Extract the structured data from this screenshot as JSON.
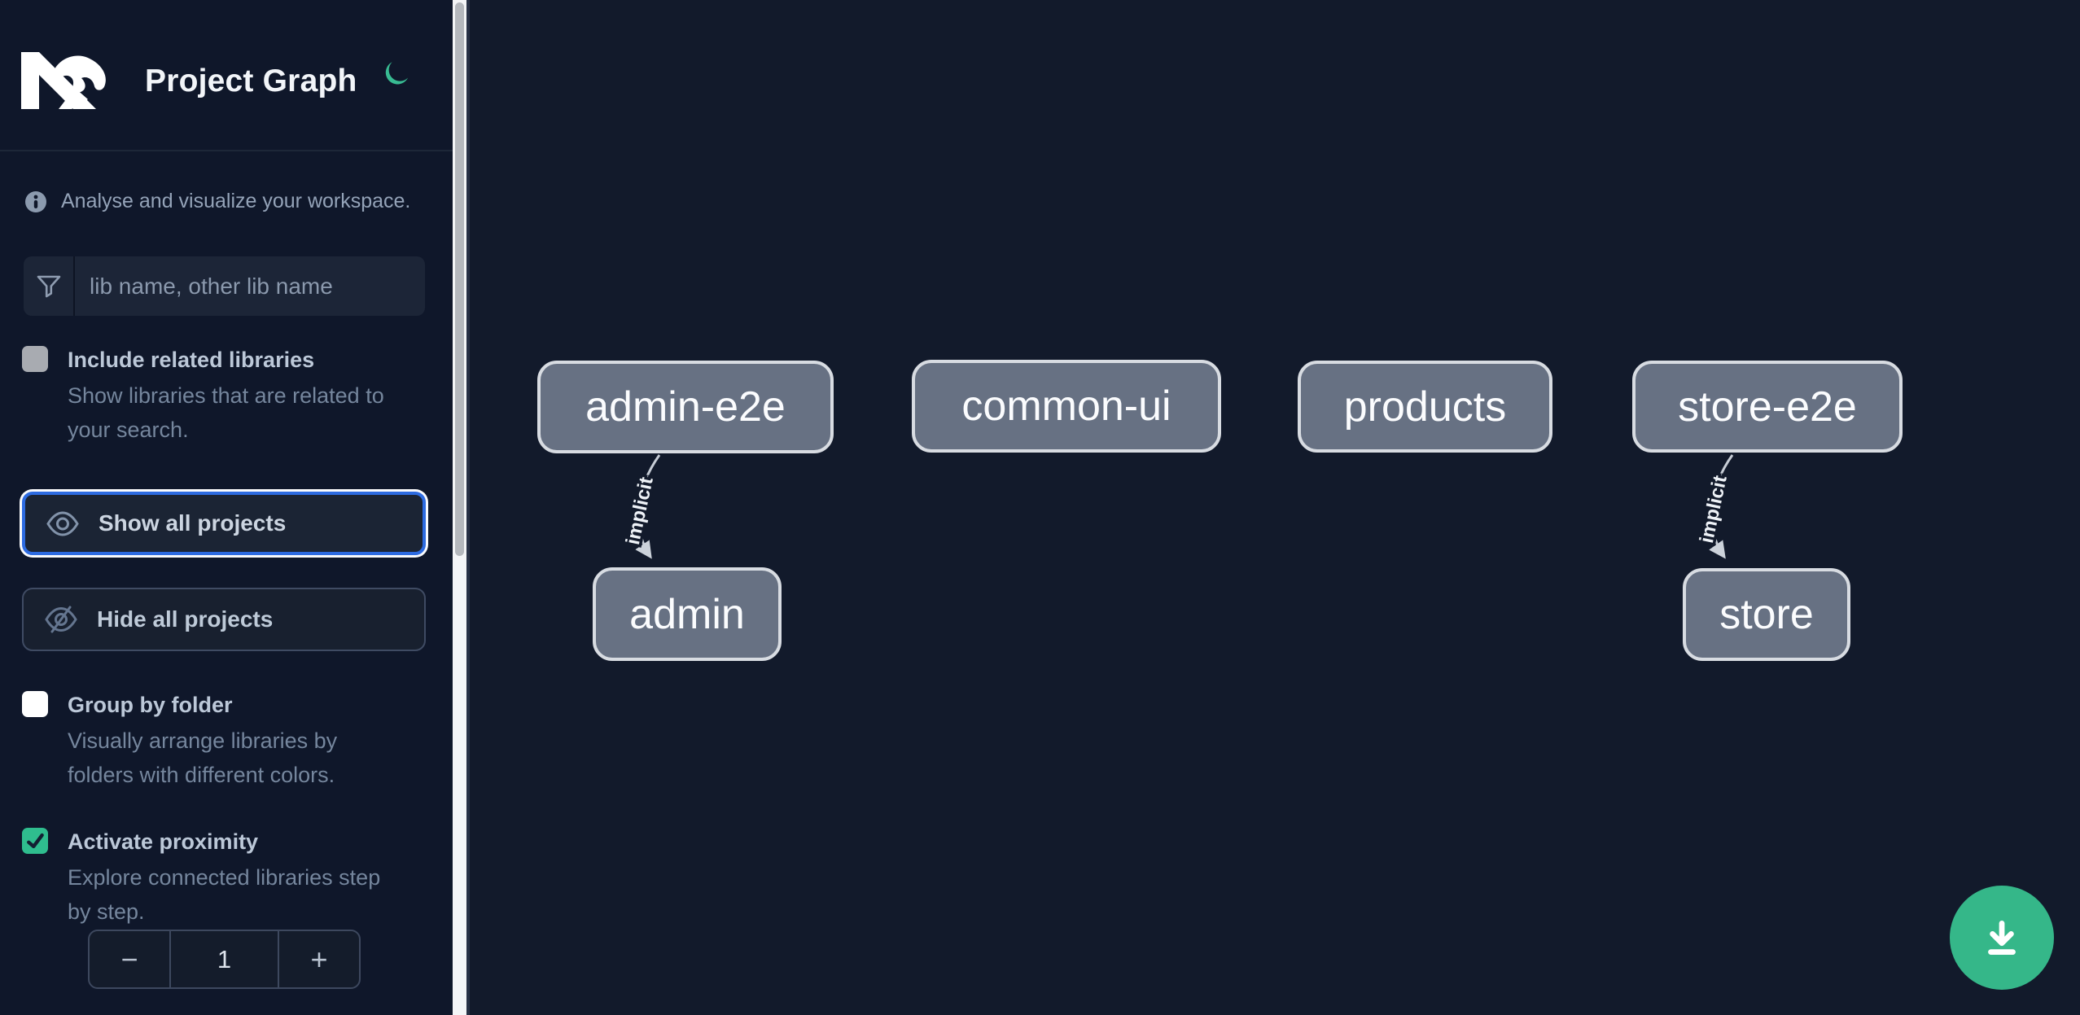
{
  "header": {
    "title": "Project Graph",
    "logo": "nx-logo",
    "theme_toggle_icon": "moon-icon"
  },
  "sidebar": {
    "tagline": "Analyse and visualize your workspace.",
    "search": {
      "placeholder": "lib name, other lib name",
      "value": "",
      "icon": "funnel-icon"
    },
    "options": [
      {
        "label": "Include related libraries",
        "description": "Show libraries that are related to\nyour search.",
        "checked": false
      },
      {
        "label": "Group by folder",
        "description": "Visually arrange libraries by\nfolders with different colors.",
        "checked": false
      },
      {
        "label": "Activate proximity",
        "description": "Explore connected libraries step\nby step.",
        "checked": true
      }
    ],
    "buttons": [
      {
        "label": "Show all projects",
        "icon": "eye-icon",
        "focused": true
      },
      {
        "label": "Hide all projects",
        "icon": "eye-off-icon",
        "focused": false
      }
    ],
    "stepper": {
      "decrement": "−",
      "value": "1",
      "increment": "+"
    }
  },
  "graph": {
    "nodes": [
      {
        "label": "admin-e2e"
      },
      {
        "label": "common-ui"
      },
      {
        "label": "products"
      },
      {
        "label": "store-e2e"
      },
      {
        "label": "admin"
      },
      {
        "label": "store"
      }
    ],
    "edges": [
      {
        "from": "admin-e2e",
        "to": "admin",
        "label": "implicit",
        "type": "implicit"
      },
      {
        "from": "store-e2e",
        "to": "store",
        "label": "implicit",
        "type": "implicit"
      }
    ]
  },
  "fab": {
    "icon": "download-icon"
  },
  "colors": {
    "sidebar_bg": "#0f172a",
    "canvas_bg": "#121a2b",
    "accent_green": "#35b789",
    "focus_blue": "#2d6be1",
    "node_fill": "#677183",
    "node_border": "#d8dce2"
  }
}
